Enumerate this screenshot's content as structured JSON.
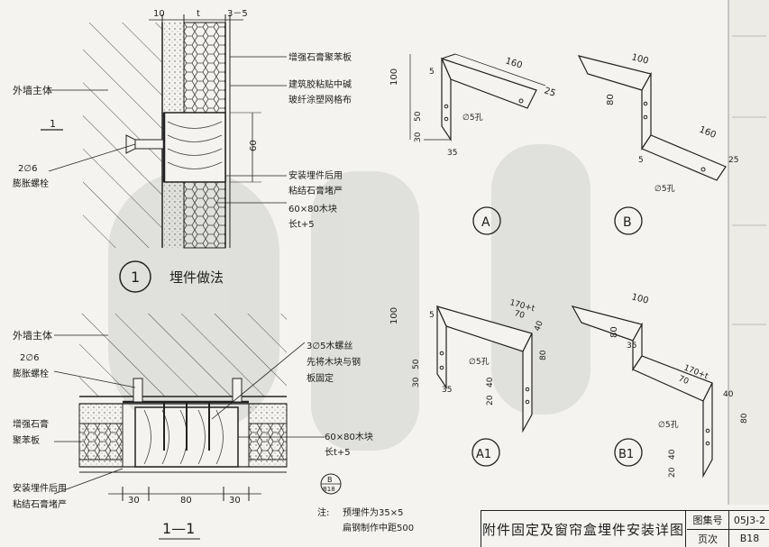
{
  "detail1": {
    "dims": {
      "d10": "10",
      "dt": "t",
      "d3_5": "3－5",
      "d60": "60"
    },
    "labels": {
      "wall": "外墙主体",
      "panel": "增强石膏聚苯板",
      "glue_line1": "建筑胶粘贴中碱",
      "glue_line2": "玻纤涂塑网格布",
      "bolt_line1": "2∅6",
      "bolt_line2": "膨胀螺栓",
      "fill_line1": "安装埋件后用",
      "fill_line2": "粘结石膏堵严",
      "block_line1": "60×80木块",
      "block_line2": "长t+5",
      "section_mark": "1",
      "detail_number": "1",
      "detail_title": "埋件做法"
    }
  },
  "section11": {
    "labels": {
      "wall": "外墙主体",
      "bolt_line1": "2∅6",
      "bolt_line2": "膨胀螺栓",
      "panel_line1": "增强石膏",
      "panel_line2": "聚苯板",
      "fill_line1": "安装埋件后用",
      "fill_line2": "粘结石膏堵严",
      "screw_line1": "3∅5木螺丝",
      "screw_line2": "先将木块与钢",
      "screw_line3": "板固定",
      "block_line1": "60×80木块",
      "block_line2": "长t+5",
      "ref_top": "B",
      "ref_bottom": "B18",
      "dim_30a": "30",
      "dim_80": "80",
      "dim_30b": "30",
      "title": "1—1"
    },
    "note": {
      "label": "注:",
      "line1": "预埋件为35×5",
      "line2": "扁钢制作中距500"
    }
  },
  "parts": {
    "A": {
      "name": "A",
      "d160": "160",
      "d100": "100",
      "d25": "25",
      "d5": "5",
      "d50": "50",
      "d30": "30",
      "d35": "35",
      "hole": "∅5孔"
    },
    "B": {
      "name": "B",
      "d100": "100",
      "d80": "80",
      "d160": "160",
      "d25": "25",
      "d5": "5",
      "hole": "∅5孔"
    },
    "A1": {
      "name": "A1",
      "d170t": "170+t",
      "d70": "70",
      "d40": "40",
      "d100": "100",
      "d80": "80",
      "d5": "5",
      "d50": "50",
      "d30": "30",
      "d35": "35",
      "d20": "20",
      "d40b": "40",
      "hole": "∅5孔"
    },
    "B1": {
      "name": "B1",
      "d100": "100",
      "d80": "80",
      "d35": "35",
      "d170t": "170+t",
      "d70": "70",
      "d40": "40",
      "d80b": "80",
      "d20": "20",
      "d40b": "40",
      "hole": "∅5孔"
    }
  },
  "title_block": {
    "title": "附件固定及窗帘盒埋件安装详图",
    "atlas_label": "图集号",
    "atlas_no": "05J3-2",
    "page_label": "页次",
    "page_no": "B18"
  }
}
